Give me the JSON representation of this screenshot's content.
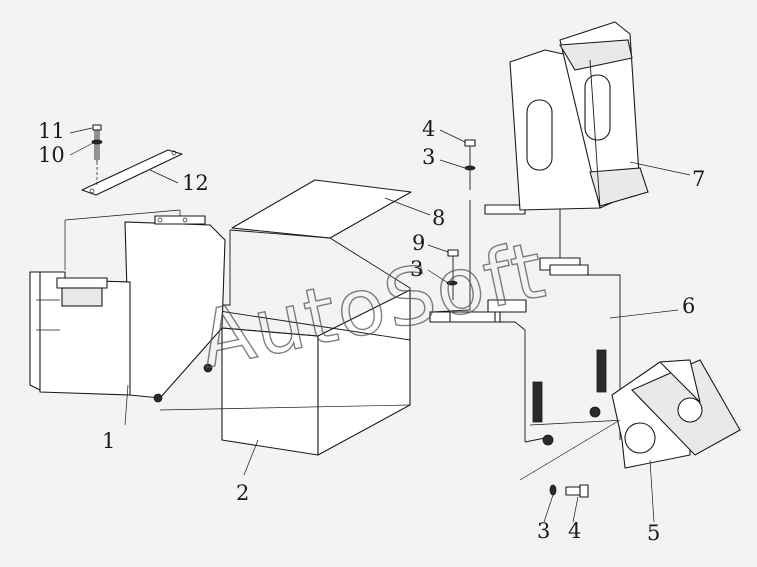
{
  "watermark": "AutoSoft",
  "callouts": [
    {
      "id": "c1",
      "label": "1"
    },
    {
      "id": "c2",
      "label": "2"
    },
    {
      "id": "c3a",
      "label": "3"
    },
    {
      "id": "c3b",
      "label": "3"
    },
    {
      "id": "c3c",
      "label": "3"
    },
    {
      "id": "c4a",
      "label": "4"
    },
    {
      "id": "c4b",
      "label": "4"
    },
    {
      "id": "c5",
      "label": "5"
    },
    {
      "id": "c6",
      "label": "6"
    },
    {
      "id": "c7",
      "label": "7"
    },
    {
      "id": "c8",
      "label": "8"
    },
    {
      "id": "c9",
      "label": "9"
    },
    {
      "id": "c10",
      "label": "10"
    },
    {
      "id": "c11",
      "label": "11"
    },
    {
      "id": "c12",
      "label": "12"
    }
  ]
}
